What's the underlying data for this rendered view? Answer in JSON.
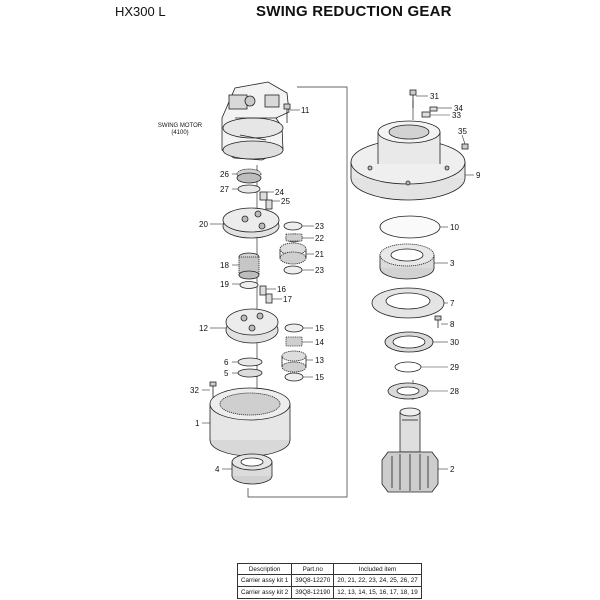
{
  "header": {
    "model": "HX300 L",
    "title": "SWING REDUCTION GEAR"
  },
  "diagram": {
    "swing_motor_label": "SWING MOTOR",
    "swing_motor_code": "(4100)",
    "callouts": {
      "n1": "1",
      "n2": "2",
      "n3": "3",
      "n4": "4",
      "n5": "5",
      "n6": "6",
      "n7": "7",
      "n8": "8",
      "n9": "9",
      "n10": "10",
      "n11": "11",
      "n12": "12",
      "n13": "13",
      "n14": "14",
      "n15a": "15",
      "n15b": "15",
      "n16": "16",
      "n17": "17",
      "n18": "18",
      "n19": "19",
      "n20": "20",
      "n21": "21",
      "n22": "22",
      "n23a": "23",
      "n23b": "23",
      "n24": "24",
      "n25": "25",
      "n26": "26",
      "n27": "27",
      "n28": "28",
      "n29": "29",
      "n30": "30",
      "n31": "31",
      "n32": "32",
      "n33": "33",
      "n34": "34",
      "n35": "35"
    }
  },
  "table": {
    "headers": [
      "Description",
      "Part.no",
      "Included item"
    ],
    "rows": [
      [
        "Carrier assy kit 1",
        "39Q8-12270",
        "20, 21, 22, 23, 24, 25, 26, 27"
      ],
      [
        "Carrier assy kit 2",
        "39Q8-12190",
        "12, 13, 14, 15, 16, 17, 18, 19"
      ]
    ]
  }
}
